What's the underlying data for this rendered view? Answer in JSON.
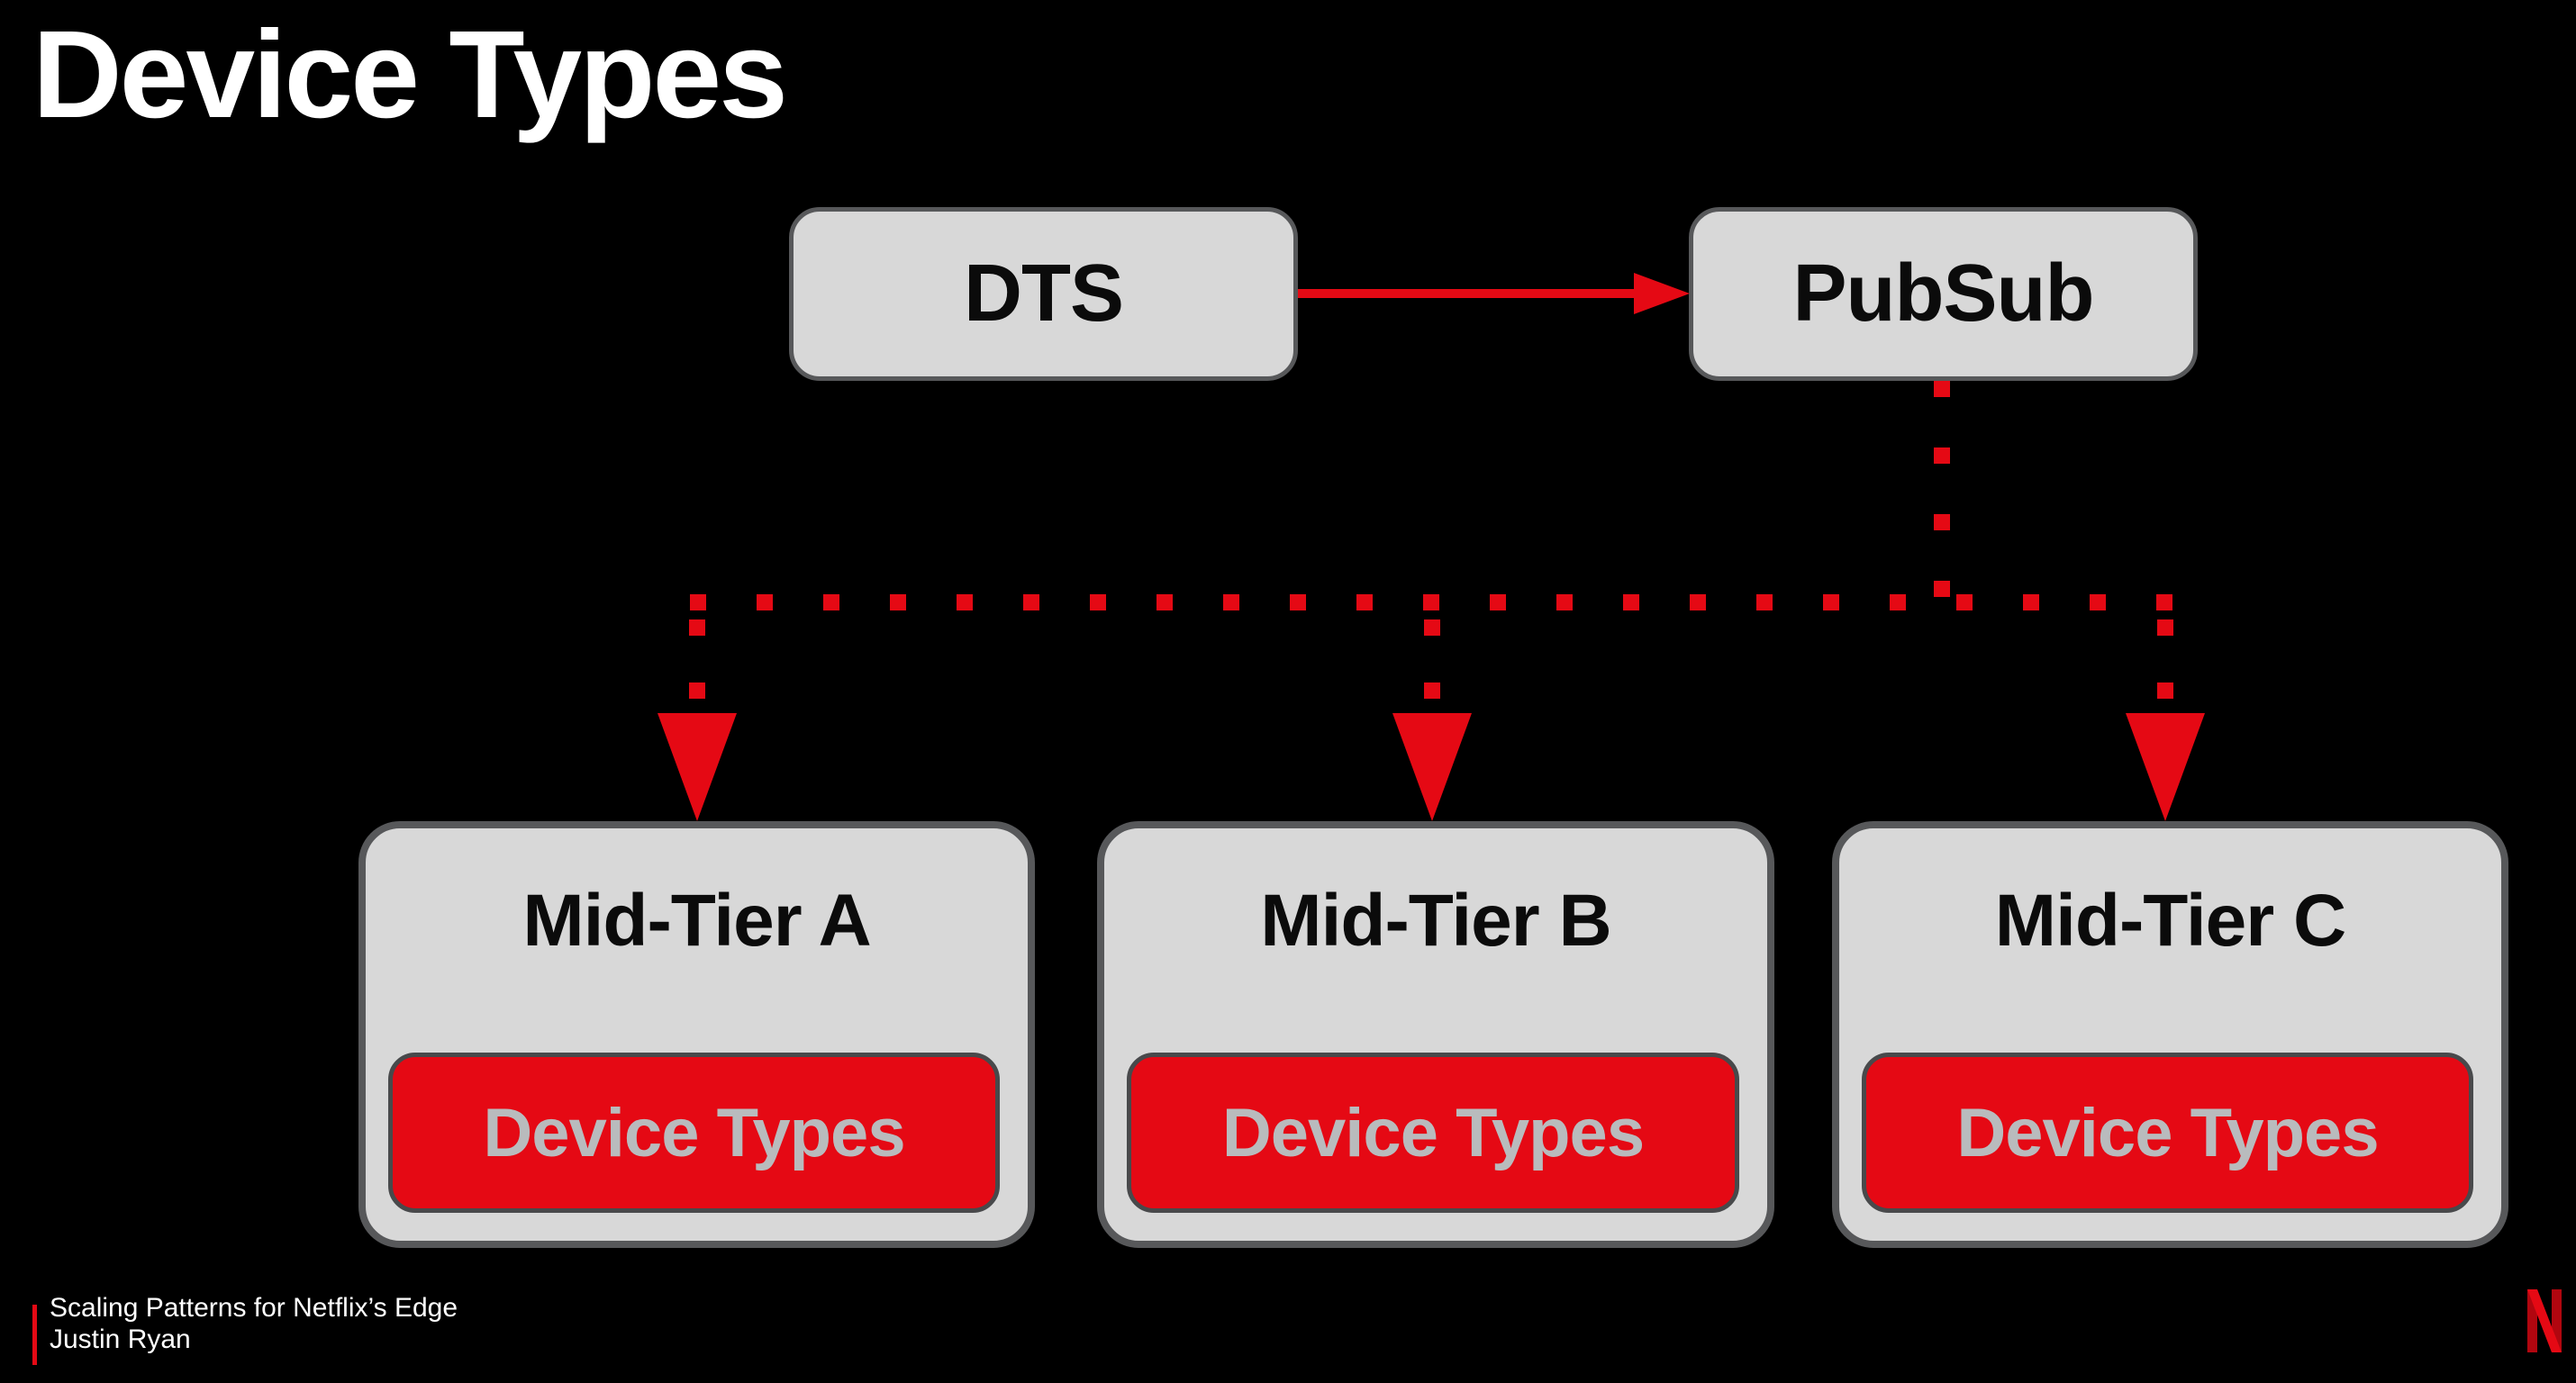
{
  "slide": {
    "title": "Device Types",
    "background_color": "#000000",
    "accent_red": "#e50914",
    "node_fill": "#d8d8d8",
    "node_border": "#57585a",
    "chip_text_color": "#b9bbbd"
  },
  "diagram": {
    "dts": {
      "label": "DTS"
    },
    "pubsub": {
      "label": "PubSub"
    },
    "mid_tiers": [
      {
        "label": "Mid-Tier A",
        "chip": "Device Types"
      },
      {
        "label": "Mid-Tier B",
        "chip": "Device Types"
      },
      {
        "label": "Mid-Tier C",
        "chip": "Device Types"
      }
    ],
    "edges": [
      {
        "from": "DTS",
        "to": "PubSub",
        "style": "solid-arrow"
      },
      {
        "from": "PubSub",
        "to": "Mid-Tier A",
        "style": "dotted-arrow"
      },
      {
        "from": "PubSub",
        "to": "Mid-Tier B",
        "style": "dotted-arrow"
      },
      {
        "from": "PubSub",
        "to": "Mid-Tier C",
        "style": "dotted-arrow"
      }
    ]
  },
  "footer": {
    "line1": "Scaling Patterns for Netflix’s Edge",
    "line2": "Justin Ryan"
  },
  "logo": {
    "name": "Netflix N",
    "bar_color": "#b1060f",
    "ribbon_color": "#e50914"
  }
}
